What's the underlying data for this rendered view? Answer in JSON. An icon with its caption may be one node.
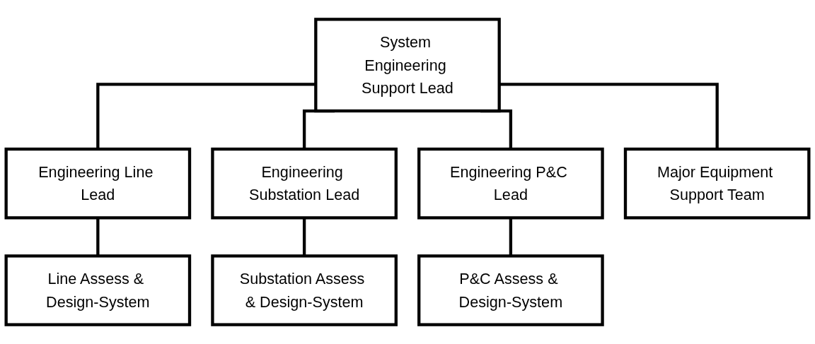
{
  "diagram": {
    "nodes": [
      {
        "text": [
          "System Engineering Support Lead"
        ]
      },
      {
        "text": [
          "Engineering Line Lead"
        ]
      },
      {
        "text": [
          "Engineering Substation Lead"
        ]
      },
      {
        "text": [
          "Engineering P&C Lead"
        ]
      },
      {
        "text": [
          "Major Equipment Support Team"
        ]
      },
      {
        "text": [
          "Line Assess & Design-System"
        ]
      },
      {
        "text": [
          "Substation Assess & Design-System"
        ]
      },
      {
        "text": [
          "P&C Assess & Design-System"
        ]
      }
    ],
    "edges": [
      {
        "from": 0,
        "to": 1,
        "arrow": "none"
      },
      {
        "from": 0,
        "to": 2,
        "arrow": "none"
      },
      {
        "from": 0,
        "to": 3,
        "arrow": "none"
      },
      {
        "from": 0,
        "to": 4,
        "arrow": "none"
      },
      {
        "from": 1,
        "to": 5,
        "arrow": "none"
      },
      {
        "from": 2,
        "to": 6,
        "arrow": "none"
      },
      {
        "from": 3,
        "to": 7,
        "arrow": "none"
      }
    ]
  }
}
